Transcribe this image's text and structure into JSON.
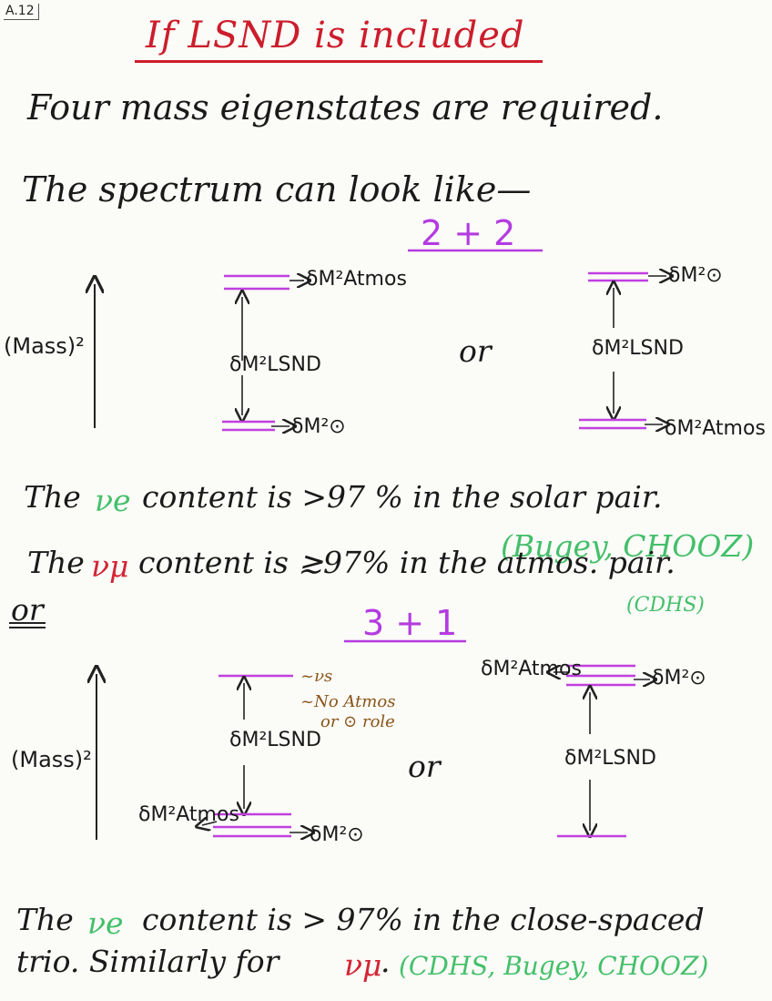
{
  "page_id": "A.12",
  "title": "If LSND is included",
  "line1": "Four mass eigenstates are required.",
  "line2": "The spectrum can look like—",
  "scheme1": "2 + 2",
  "scheme2": "3 + 1",
  "mass_axis": "(Mass)²",
  "or_word": "or",
  "labels": {
    "dm_atmos": "δM²Atmos",
    "dm_solar": "δM²⊙",
    "dm_lsnd": "δM²LSND",
    "nu_s": "~νs",
    "no_atmos": "~No Atmos",
    "solar_role": "or ⊙ role"
  },
  "sentences": {
    "s1_a": "The",
    "s1_nu": "νe",
    "s1_b": "content  is >97 % in the solar pair.",
    "s1_ref": "(Bugey, CHOOZ)",
    "s2_a": "The",
    "s2_nu": "νμ",
    "s2_b": "content  is ≳97% in the atmos. pair.",
    "s2_ref": "(CDHS)",
    "or_mid": "or",
    "s3_a": "The",
    "s3_nu": "νe",
    "s3_b": "content  is > 97% in the close-spaced",
    "s4_a": "trio. Similarly for",
    "s4_nu": "νμ",
    "s4_dot": ".",
    "s4_ref": "(CDHS, Bugey, CHOOZ)"
  },
  "colors": {
    "title": "#cc1d2b",
    "levels": "#c23fe0",
    "nu_e": "#44c06a",
    "nu_mu": "#d42435",
    "refs": "#44c06a",
    "annot": "#8a5518"
  }
}
